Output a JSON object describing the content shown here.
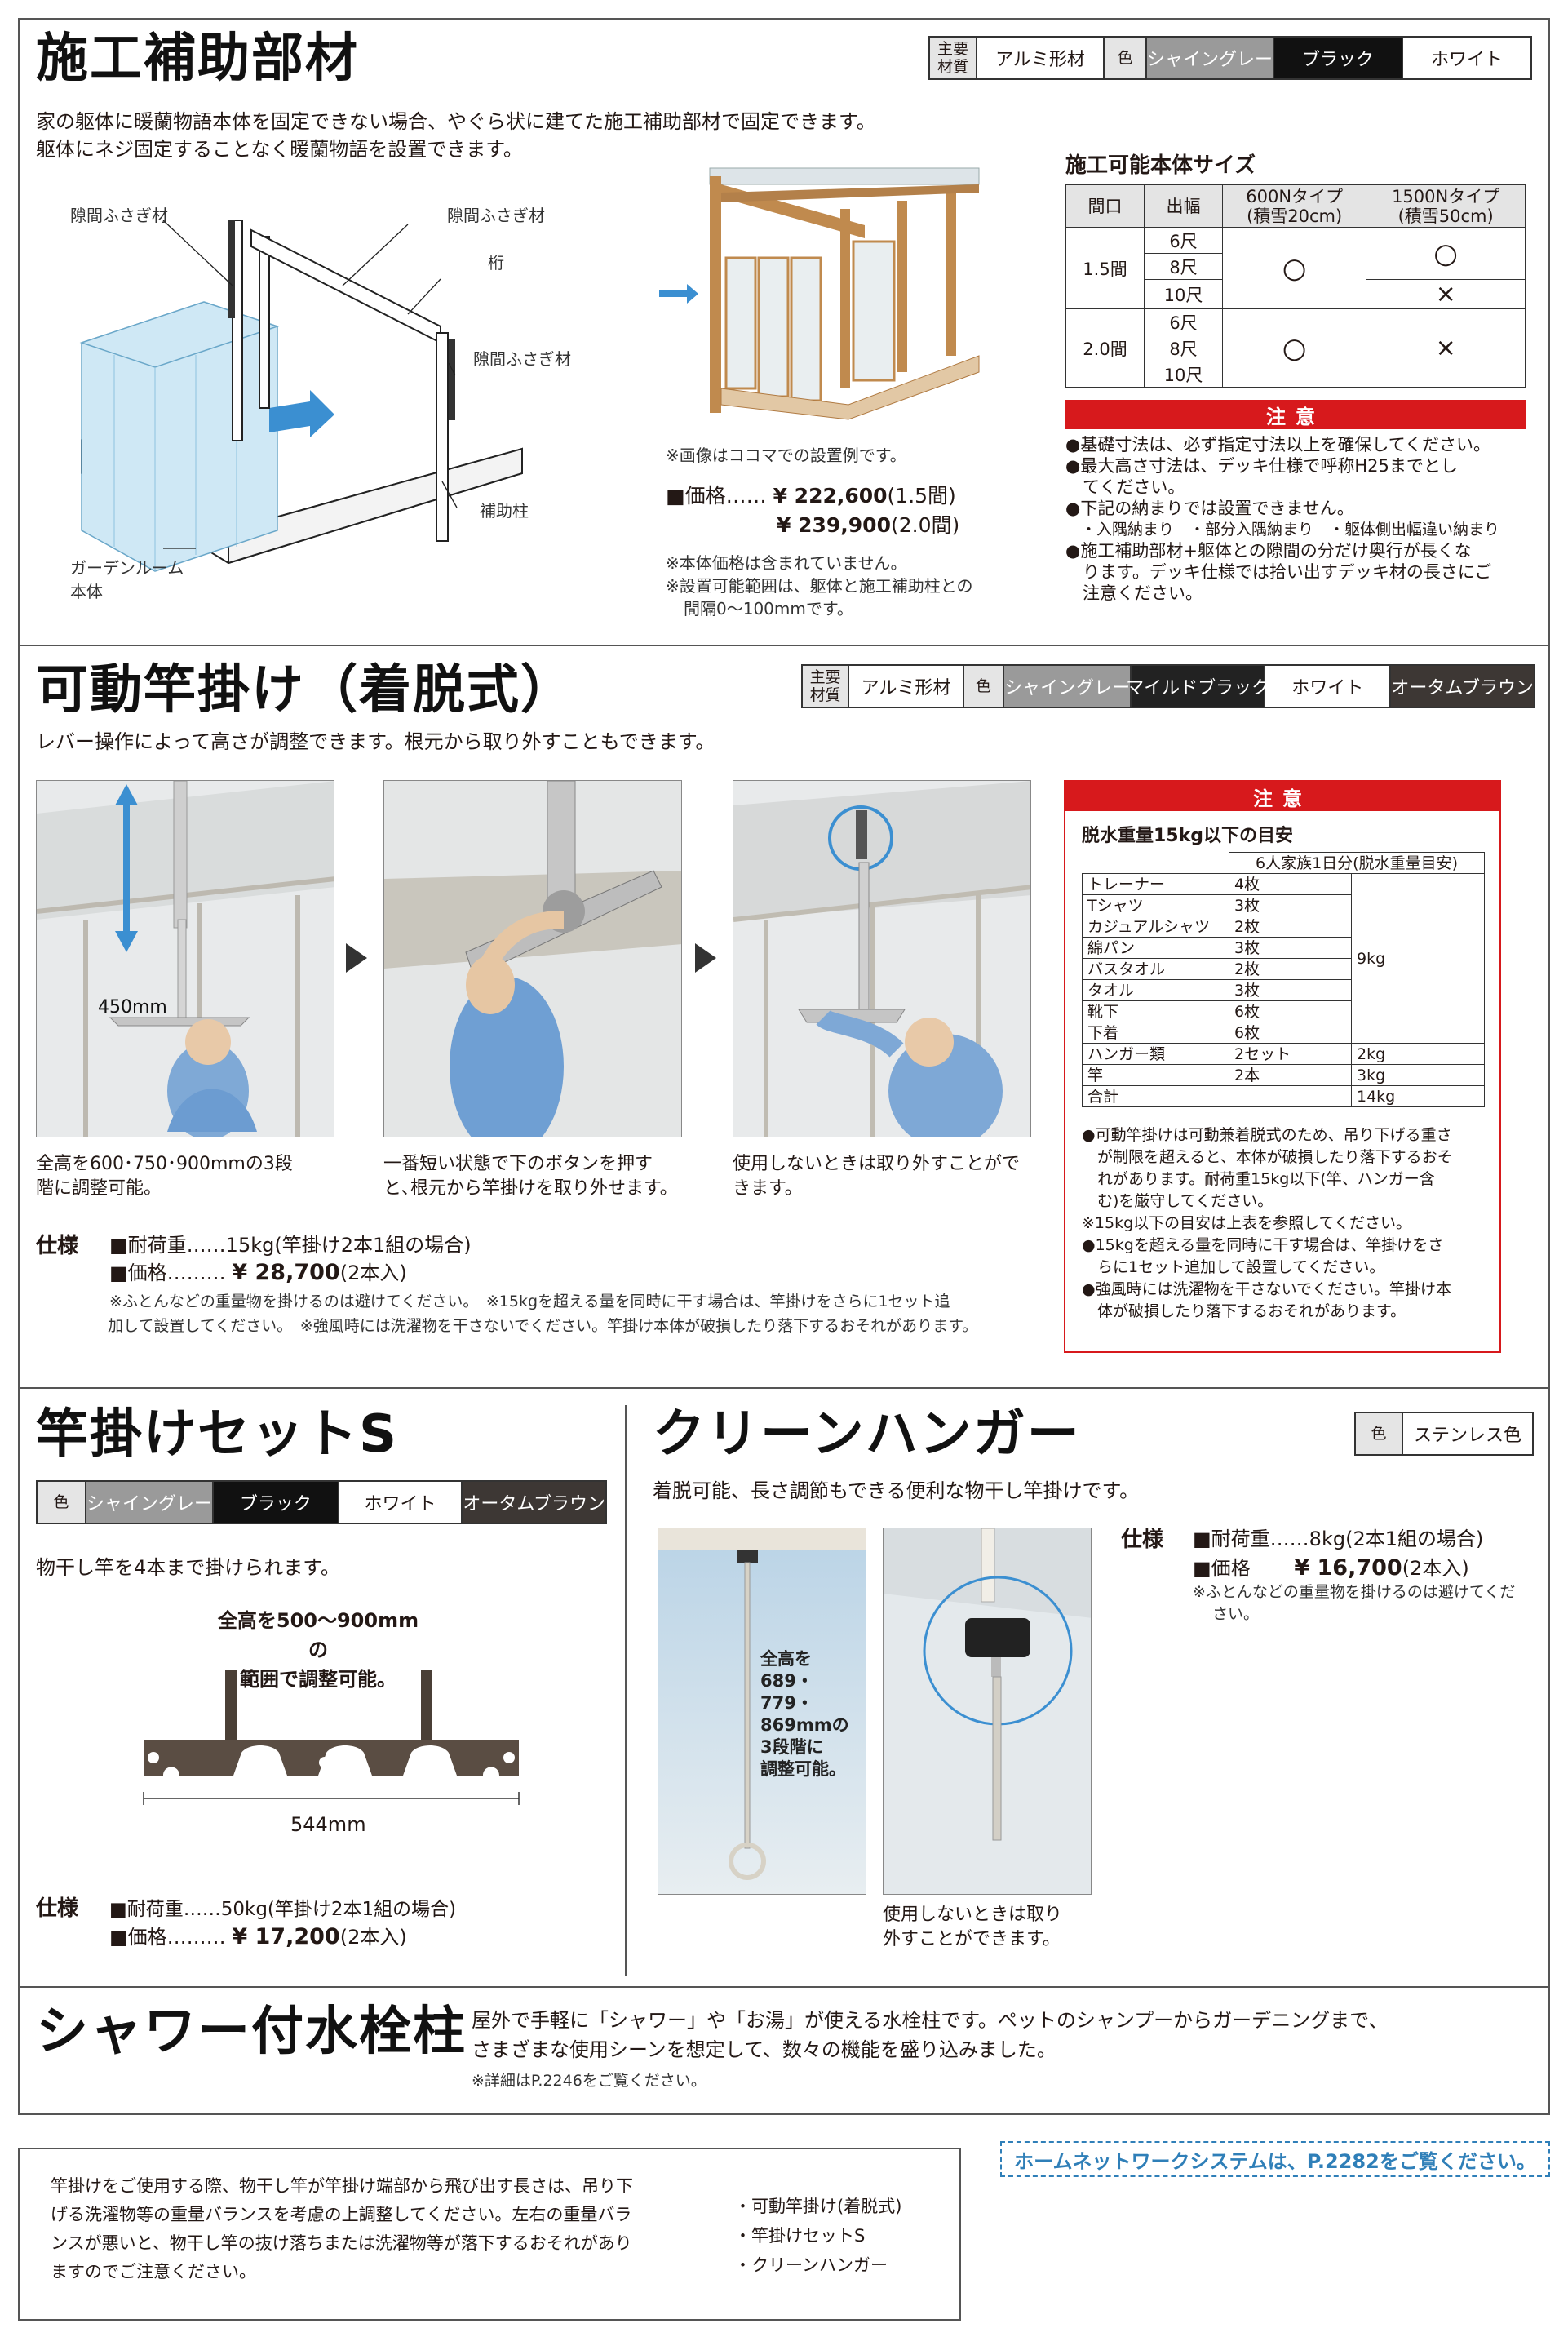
{
  "section1": {
    "title": "施工補助部材",
    "spec": {
      "label": "主要\n材質",
      "material": "アルミ形材",
      "color_label": "色",
      "colors": [
        "シャイングレー",
        "ブラック",
        "ホワイト"
      ]
    },
    "desc": [
      "家の躯体に暖蘭物語本体を固定できない場合、やぐら状に建てた施工補助部材で固定できます。",
      "躯体にネジ固定することなく暖蘭物語を設置できます。"
    ],
    "diagram_labels": {
      "a": "隙間ふさぎ材",
      "b": "隙間ふさぎ材",
      "c": "桁",
      "d": "隙間ふさぎ材",
      "e": "補助柱",
      "f": "ガーデンルーム\n本体"
    },
    "photo_note": "※画像はココマでの設置例です。",
    "price_label": "■価格……",
    "price1": "¥ 222,600",
    "price1_note": "(1.5間)",
    "price2": "¥ 239,900",
    "price2_note": "(2.0間)",
    "notes": [
      "※本体価格は含まれていません。",
      "※設置可能範囲は、躯体と施工補助柱との",
      "間隔0～100mmです。"
    ],
    "size_title": "施工可能本体サイズ",
    "size_table": {
      "h_frontage": "間口",
      "h_depth": "出幅",
      "h_600": "600Nタイプ\n(積雪20cm)",
      "h_1500": "1500Nタイプ\n(積雪50cm)",
      "group1": "1.5間",
      "group2": "2.0間",
      "depths": [
        "6尺",
        "8尺",
        "10尺"
      ],
      "ok": "○",
      "ng": "×"
    },
    "caution_head": "注意",
    "cautions": [
      "●基礎寸法は、必ず指定寸法以上を確保してください。",
      "●最大高さ寸法は、デッキ仕様で呼称H25までとし",
      "　てください。",
      "●下記の納まりでは設置できません。",
      "　・入隅納まり　・部分入隅納まり　・躯体側出幅違い納まり",
      "●施工補助部材+躯体との隙間の分だけ奥行が長くな",
      "　ります。デッキ仕様では拾い出すデッキ材の長さにご",
      "　注意ください。"
    ]
  },
  "section2": {
    "title": "可動竿掛け（着脱式）",
    "spec": {
      "label": "主要\n材質",
      "material": "アルミ形材",
      "color_label": "色",
      "colors": [
        "シャイングレー",
        "マイルドブラック",
        "ホワイト",
        "オータムブラウン"
      ]
    },
    "desc": "レバー操作によって高さが調整できます。根元から取り外すこともできます。",
    "dim_label": "450mm",
    "captions": [
      [
        "全高を600･750･900mmの3段",
        "階に調整可能。"
      ],
      [
        "一番短い状態で下のボタンを押す",
        "と､根元から竿掛けを取り外せます。"
      ],
      [
        "使用しないときは取り外すことがで",
        "きます。"
      ]
    ],
    "spec_label": "仕様",
    "load": "■耐荷重……15kg(竿掛け2本1組の場合)",
    "price_label": "■価格………",
    "price": "¥ 28,700",
    "price_note": "(2本入)",
    "notes": [
      "※ふとんなどの重量物を掛けるのは避けてください。　※15kgを超える量を同時に干す場合は、竿掛けをさらに1セット追",
      "加して設置してください。　※強風時には洗濯物を干さないでください。竿掛け本体が破損したり落下するおそれがあります。"
    ],
    "caution_head": "注意",
    "caution_title": "脱水重量15kg以下の目安",
    "weight_header": "6人家族1日分(脱水重量目安)",
    "weight_rows": [
      [
        "トレーナー",
        "4枚"
      ],
      [
        "Tシャツ",
        "3枚"
      ],
      [
        "カジュアルシャツ",
        "2枚"
      ],
      [
        "綿パン",
        "3枚"
      ],
      [
        "バスタオル",
        "2枚"
      ],
      [
        "タオル",
        "3枚"
      ],
      [
        "靴下",
        "6枚"
      ],
      [
        "下着",
        "6枚"
      ]
    ],
    "weight_sub": "9kg",
    "weight_rows2": [
      [
        "ハンガー類",
        "2セット",
        "2kg"
      ],
      [
        "竿",
        "2本",
        "3kg"
      ],
      [
        "合計",
        "",
        "14kg"
      ]
    ],
    "cautions": [
      "●可動竿掛けは可動兼着脱式のため、吊り下げる重さ",
      "　が制限を超えると、本体が破損したり落下するおそ",
      "　れがあります。耐荷重15kg以下(竿、ハンガー含",
      "　む)を厳守してください。",
      "※15kg以下の目安は上表を参照してください。",
      "●15kgを超える量を同時に干す場合は、竿掛けをさ",
      "　らに1セット追加して設置してください。",
      "●強風時には洗濯物を干さないでください。竿掛け本",
      "　体が破損したり落下するおそれがあります。"
    ]
  },
  "section3": {
    "title": "竿掛けセットS",
    "spec": {
      "color_label": "色",
      "colors": [
        "シャイングレー",
        "ブラック",
        "ホワイト",
        "オータムブラウン"
      ]
    },
    "desc": "物干し竿を4本まで掛けられます。",
    "range_text": [
      "全高を500～900mmの",
      "範囲で調整可能。"
    ],
    "width_label": "544mm",
    "spec_label": "仕様",
    "load": "■耐荷重……50kg(竿掛け2本1組の場合)",
    "price_label": "■価格………",
    "price": "¥ 17,200",
    "price_note": "(2本入)"
  },
  "section4": {
    "title": "クリーンハンガー",
    "spec": {
      "color_label": "色",
      "color": "ステンレス色"
    },
    "desc": "着脱可能、長さ調節もできる便利な物干し竿掛けです。",
    "photo_text": [
      "全高を",
      "689・",
      "779・",
      "869mmの",
      "3段階に",
      "調整可能。"
    ],
    "caption": [
      "使用しないときは取り",
      "外すことができます。"
    ],
    "spec_label": "仕様",
    "load": "■耐荷重……8kg(2本1組の場合)",
    "price_label": "■価格",
    "price": "¥ 16,700",
    "price_note": "(2本入)",
    "notes": [
      "※ふとんなどの重量物を掛けるのは避けてくだ",
      "さい。"
    ]
  },
  "section5": {
    "title": "シャワー付水栓柱",
    "desc": [
      "屋外で手軽に「シャワー」や「お湯」が使える水栓柱です。ペットのシャンプーからガーデニングまで、",
      "さまざまな使用シーンを想定して、数々の機能を盛り込みました。"
    ],
    "note": "※詳細はP.2246をご覧ください。"
  },
  "bottom": {
    "text": [
      "竿掛けをご使用する際、物干し竿が竿掛け端部から飛び出す長さは、吊り下",
      "げる洗濯物等の重量バランスを考慮の上調整してください。左右の重量バラ",
      "ンスが悪いと、物干し竿の抜け落ちまたは洗濯物等が落下するおそれがあり",
      "ますのでご注意ください。"
    ],
    "items": [
      "・可動竿掛け(着脱式)",
      "・竿掛けセットS",
      "・クリーンハンガー"
    ],
    "link": "ホームネットワークシステムは、P.2282をご覧ください。"
  }
}
